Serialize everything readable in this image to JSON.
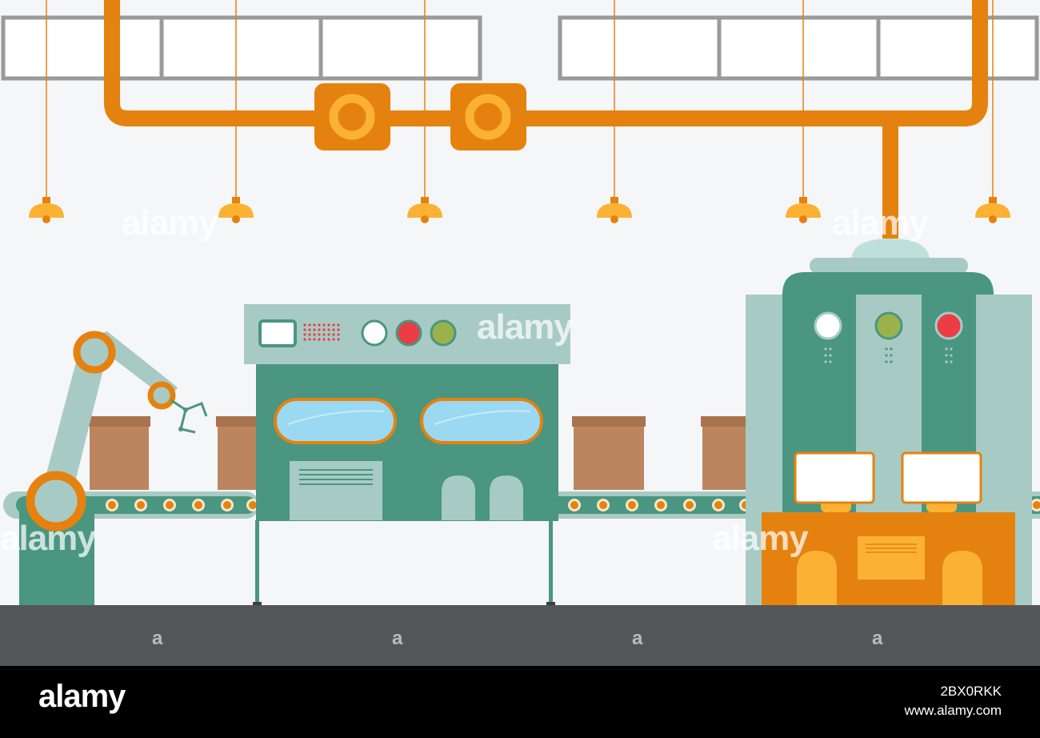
{
  "watermark": {
    "brand": "alamy",
    "mark": "a"
  },
  "footer": {
    "logo_text": "alamy",
    "image_id": "2BX0RKK",
    "url": "www.alamy.com"
  },
  "colors": {
    "background": "#f5f6f8",
    "pipe_orange": "#e5820f",
    "lamp_yellow": "#fbb233",
    "machine_teal": "#4a9680",
    "machine_light": "#a7cbc4",
    "window_blue": "#9bd9f2",
    "box_brown": "#bb865f",
    "floor_gray": "#555658",
    "indicator_red": "#ea3d45",
    "indicator_green": "#9bb24a",
    "footer_black": "#000000"
  },
  "icons": [
    "pendant-lamp-icon",
    "robot-arm-icon",
    "control-panel-icon",
    "monitor-icon",
    "pipe-valve-icon",
    "conveyor-belt-icon",
    "cardboard-box-icon"
  ]
}
